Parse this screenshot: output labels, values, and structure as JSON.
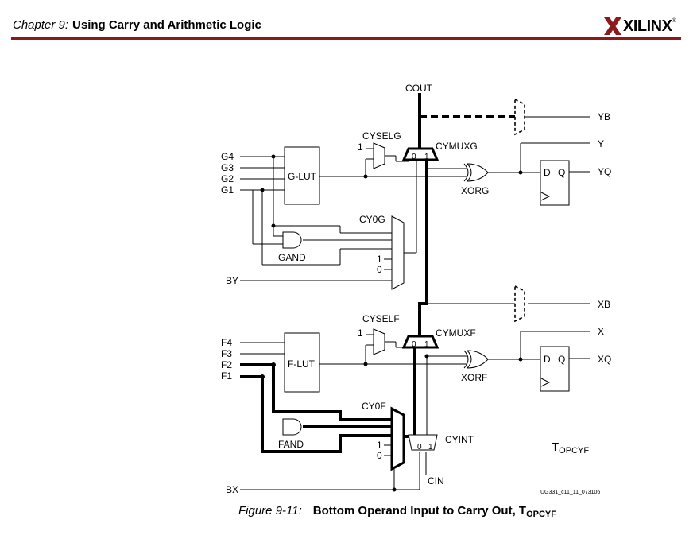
{
  "header": {
    "chapter_number": "Chapter 9:",
    "chapter_title": "Using Carry and Arithmetic Logic",
    "logo_text": "XILINX",
    "logo_mark": "®"
  },
  "diagram": {
    "labels": {
      "cout": "COUT",
      "yb": "YB",
      "y": "Y",
      "yq": "YQ",
      "cyselg": "CYSELG",
      "cymuxg": "CYMUXG",
      "xorg": "XORG",
      "g4": "G4",
      "g3": "G3",
      "g2": "G2",
      "g1": "G1",
      "glut": "G-LUT",
      "cy0g": "CY0G",
      "gand": "GAND",
      "by": "BY",
      "xb": "XB",
      "x": "X",
      "xq": "XQ",
      "cyself": "CYSELF",
      "cymuxf": "CYMUXF",
      "xorf": "XORF",
      "f4": "F4",
      "f3": "F3",
      "f2": "F2",
      "f1": "F1",
      "flut": "F-LUT",
      "cy0f": "CY0F",
      "fand": "FAND",
      "cyint": "CYINT",
      "cin": "CIN",
      "bx": "BX",
      "one": "1",
      "zero": "0",
      "d": "D",
      "q": "Q",
      "topcyf_main": "T",
      "topcyf_sub": "OPCYF",
      "ref_code": "UG331_c11_11_073106"
    }
  },
  "caption": {
    "figure_label": "Figure 9-11:",
    "title": "Bottom Operand Input to Carry Out, T",
    "title_sub": "OPCYF"
  }
}
